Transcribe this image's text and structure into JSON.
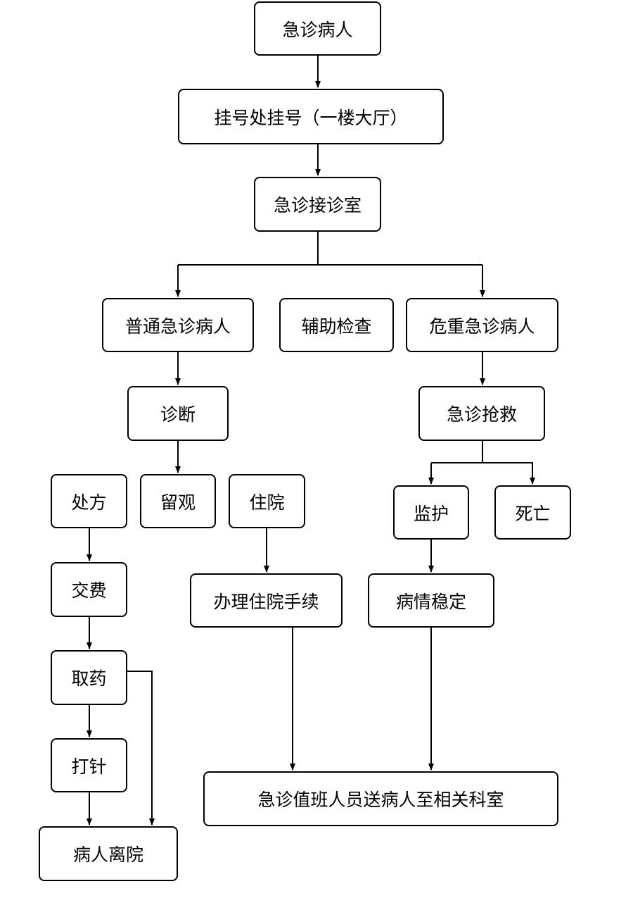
{
  "nodes": {
    "emergency_patient": "急诊病人",
    "registration": "挂号处挂号（一楼大厅）",
    "reception_room": "急诊接诊室",
    "ordinary_patient": "普通急诊病人",
    "auxiliary_exam": "辅助检查",
    "critical_patient": "危重急诊病人",
    "diagnosis": "诊断",
    "rescue": "急诊抢救",
    "prescription": "处方",
    "observation": "留观",
    "hospitalization": "住院",
    "monitoring": "监护",
    "death": "死亡",
    "payment": "交费",
    "admission_procedures": "办理住院手续",
    "condition_stable": "病情稳定",
    "get_medicine": "取药",
    "injection": "打针",
    "staff_escort": "急诊值班人员送病人至相关科室",
    "patient_leaves": "病人离院"
  }
}
